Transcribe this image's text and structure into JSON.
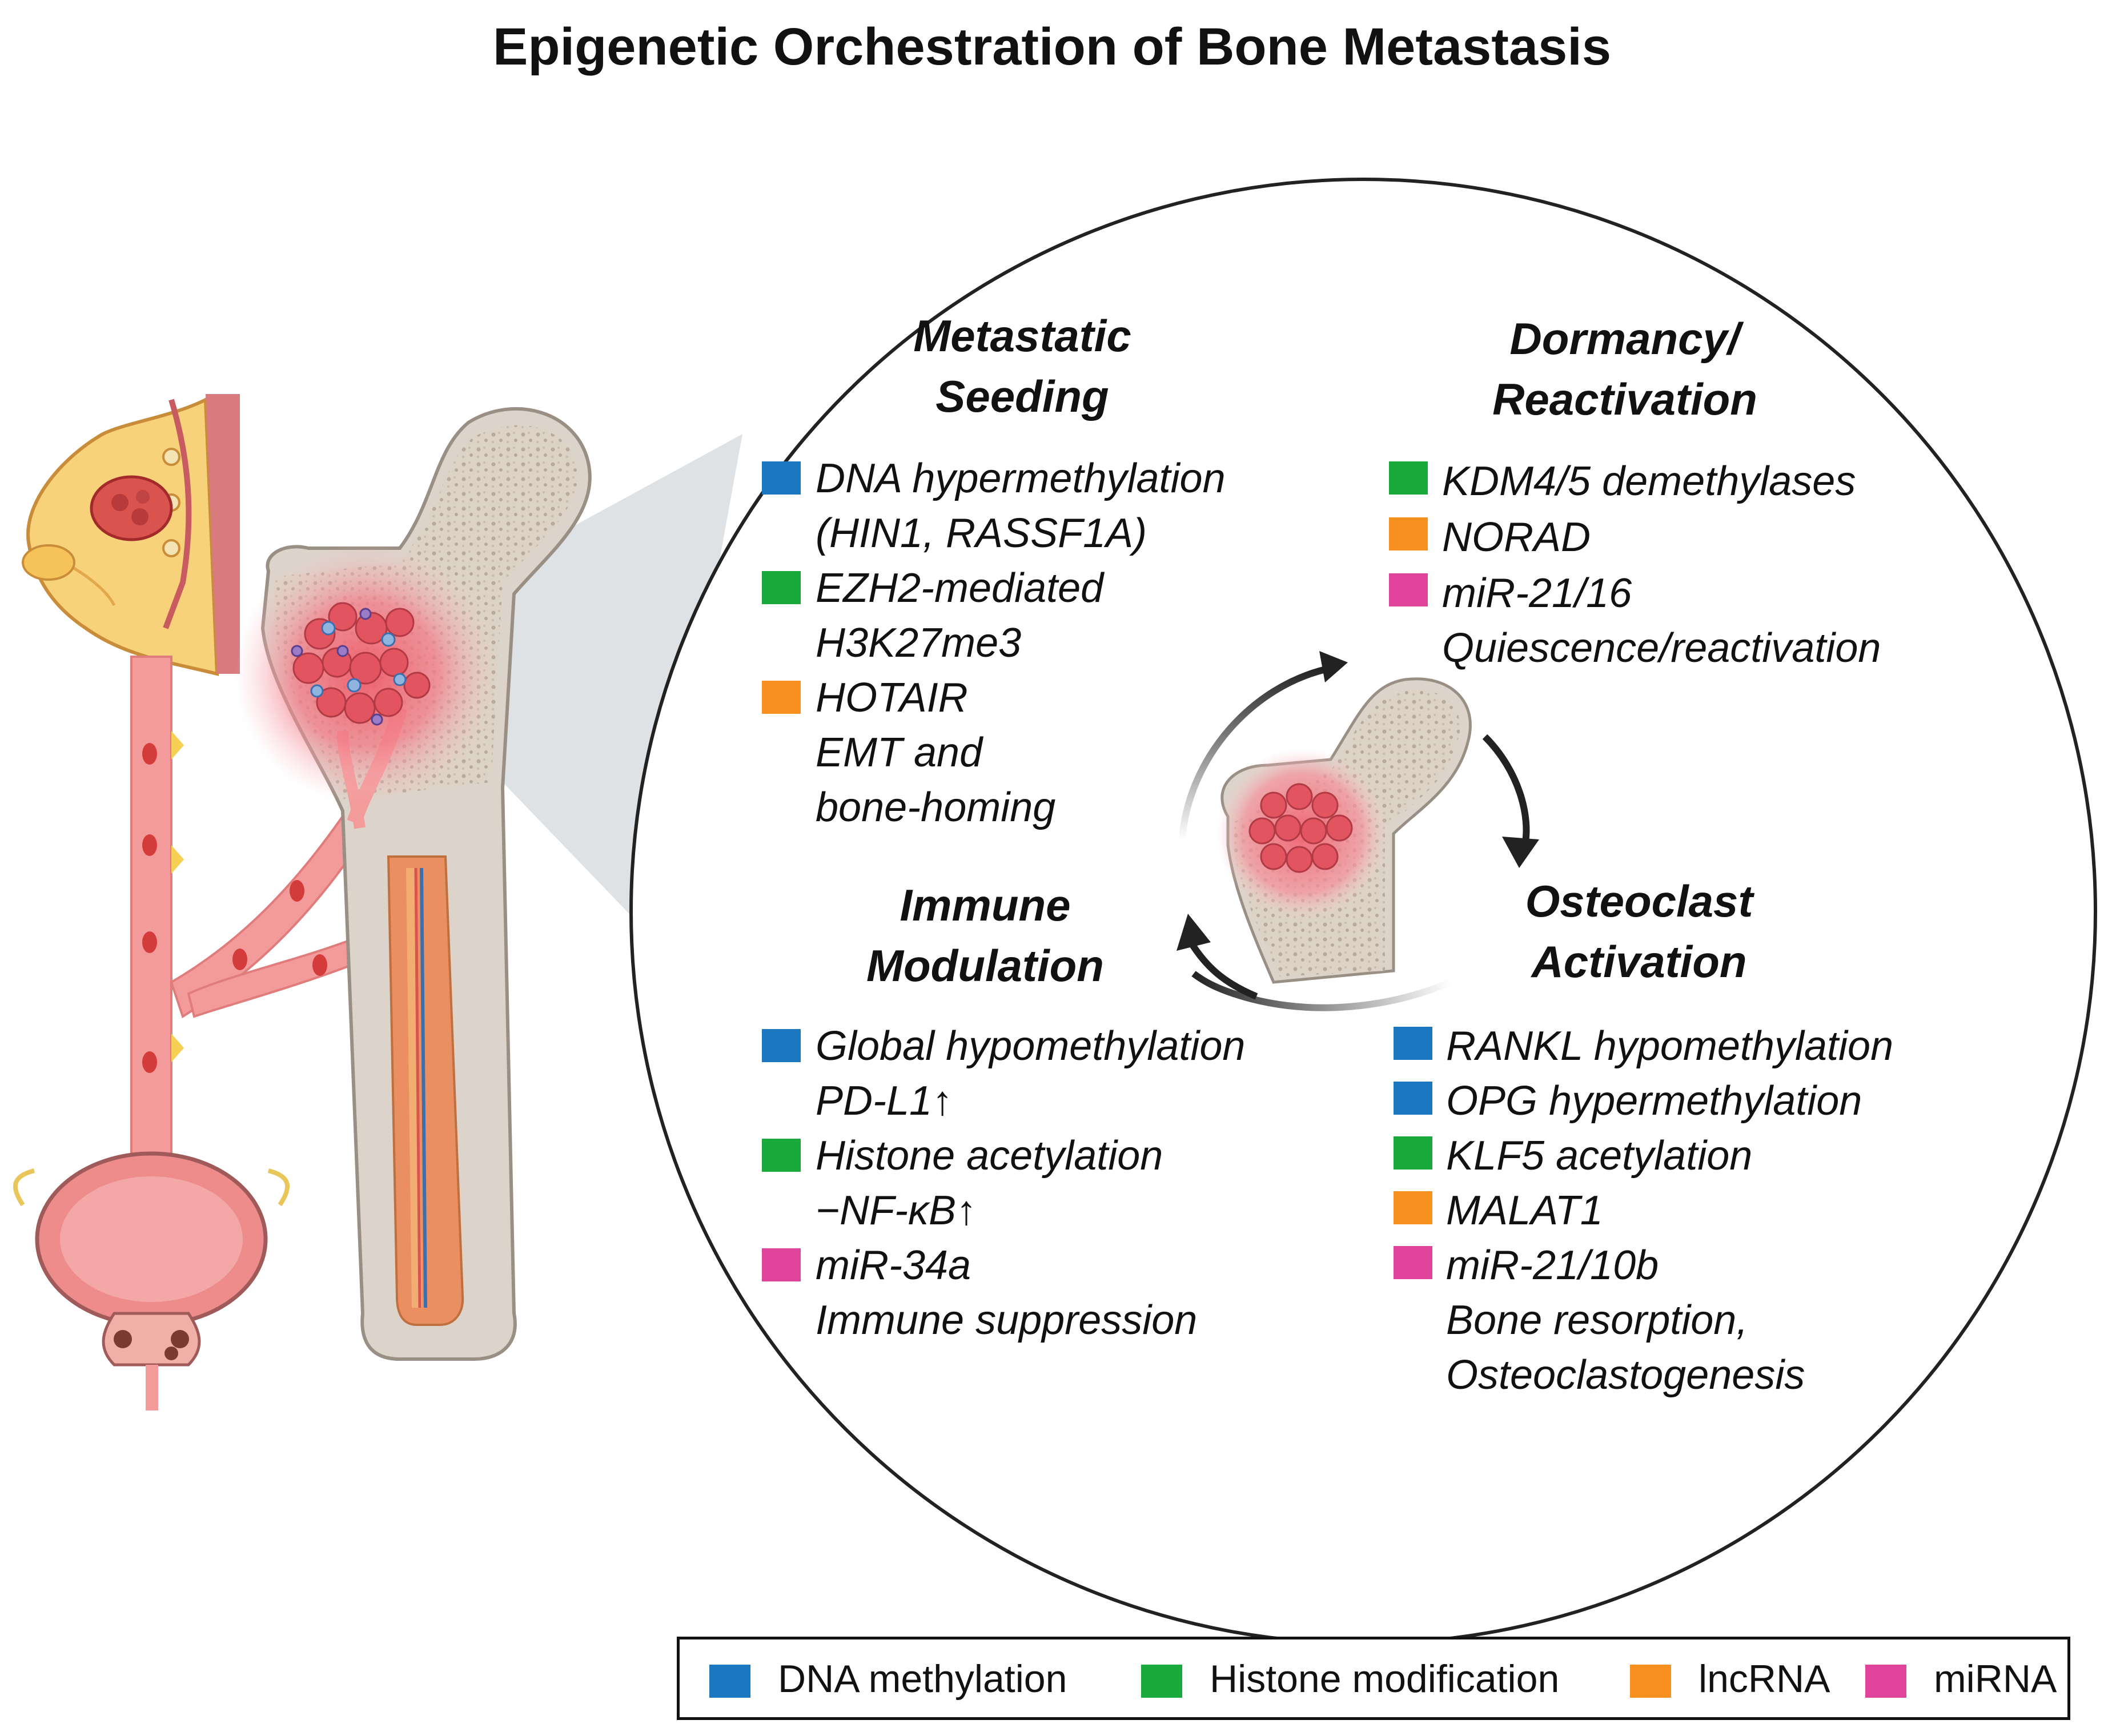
{
  "title": "Epigenetic Orchestration of Bone Metastasis",
  "colors": {
    "dna_methylation": "#1b77c0",
    "histone_modification": "#1aaa3c",
    "lncrna": "#f7901e",
    "mirna": "#e0449a"
  },
  "sections": {
    "seeding": {
      "title": [
        "Metastatic",
        "Seeding"
      ],
      "items": [
        {
          "color": "dna_methylation",
          "lines": [
            "DNA hypermethylation",
            "(HIN1, RASSF1A)"
          ]
        },
        {
          "color": "histone_modification",
          "lines": [
            "EZH2-mediated",
            "H3K27me3"
          ]
        },
        {
          "color": "lncrna",
          "lines": [
            "HOTAIR",
            "EMT and",
            "bone-homing"
          ]
        }
      ]
    },
    "dormancy": {
      "title": [
        "Dormancy/",
        "Reactivation"
      ],
      "items": [
        {
          "color": "histone_modification",
          "lines": [
            "KDM4/5 demethylases"
          ]
        },
        {
          "color": "lncrna",
          "lines": [
            "NORAD"
          ]
        },
        {
          "color": "mirna",
          "lines": [
            "miR-21/16",
            "Quiescence/reactivation"
          ]
        }
      ]
    },
    "immune": {
      "title": [
        "Immune",
        "Modulation"
      ],
      "items": [
        {
          "color": "dna_methylation",
          "lines": [
            "Global hypomethylation",
            " PD-L1↑"
          ]
        },
        {
          "color": "histone_modification",
          "lines": [
            "Histone acetylation",
            "−NF-κB↑"
          ]
        },
        {
          "color": "mirna",
          "lines": [
            "miR-34a",
            "Immune suppression"
          ]
        }
      ]
    },
    "osteoclast": {
      "title": [
        "Osteoclast",
        "Activation"
      ],
      "items": [
        {
          "color": "dna_methylation",
          "lines": [
            "RANKL hypomethylation"
          ]
        },
        {
          "color": "dna_methylation",
          "lines": [
            "OPG hypermethylation"
          ]
        },
        {
          "color": "histone_modification",
          "lines": [
            "KLF5 acetylation"
          ]
        },
        {
          "color": "lncrna",
          "lines": [
            "MALAT1"
          ]
        },
        {
          "color": "mirna",
          "lines": [
            "miR-21/10b",
            "Bone resorption,",
            "Osteoclastogenesis"
          ]
        }
      ]
    }
  },
  "legend": [
    {
      "color": "dna_methylation",
      "label": "DNA methylation"
    },
    {
      "color": "histone_modification",
      "label": "Histone modification"
    },
    {
      "color": "lncrna",
      "label": "lncRNA"
    },
    {
      "color": "mirna",
      "label": "miRNA"
    }
  ]
}
